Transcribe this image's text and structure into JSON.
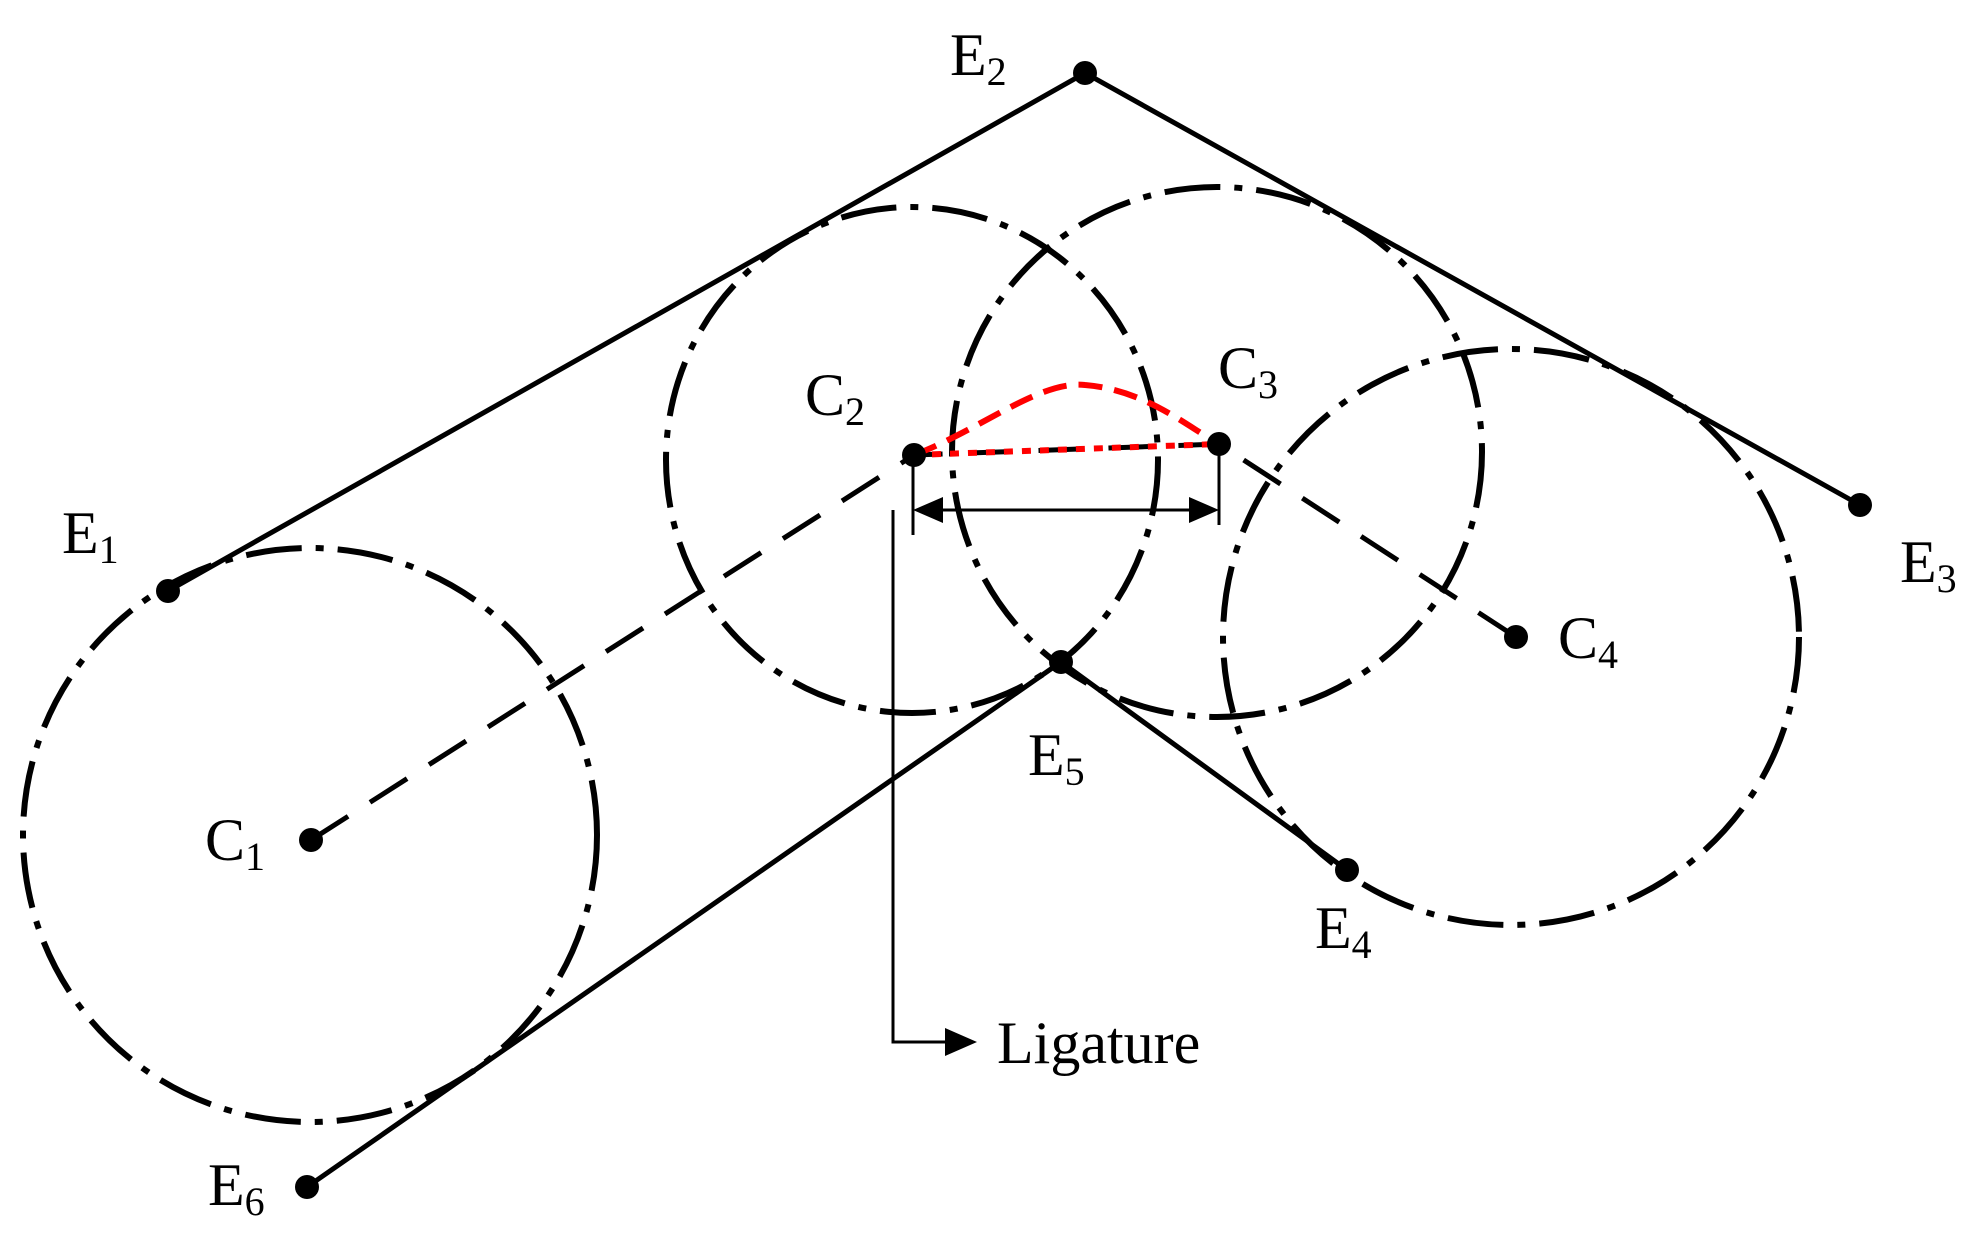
{
  "labels": {
    "E1": {
      "base": "E",
      "sub": "1"
    },
    "E2": {
      "base": "E",
      "sub": "2"
    },
    "E3": {
      "base": "E",
      "sub": "3"
    },
    "E4": {
      "base": "E",
      "sub": "4"
    },
    "E5": {
      "base": "E",
      "sub": "5"
    },
    "E6": {
      "base": "E",
      "sub": "6"
    },
    "C1": {
      "base": "C",
      "sub": "1"
    },
    "C2": {
      "base": "C",
      "sub": "2"
    },
    "C3": {
      "base": "C",
      "sub": "3"
    },
    "C4": {
      "base": "C",
      "sub": "4"
    }
  },
  "annotation": "Ligature",
  "colors": {
    "line": "#000000",
    "ligature_path": "#ff0000",
    "background": "#ffffff"
  }
}
